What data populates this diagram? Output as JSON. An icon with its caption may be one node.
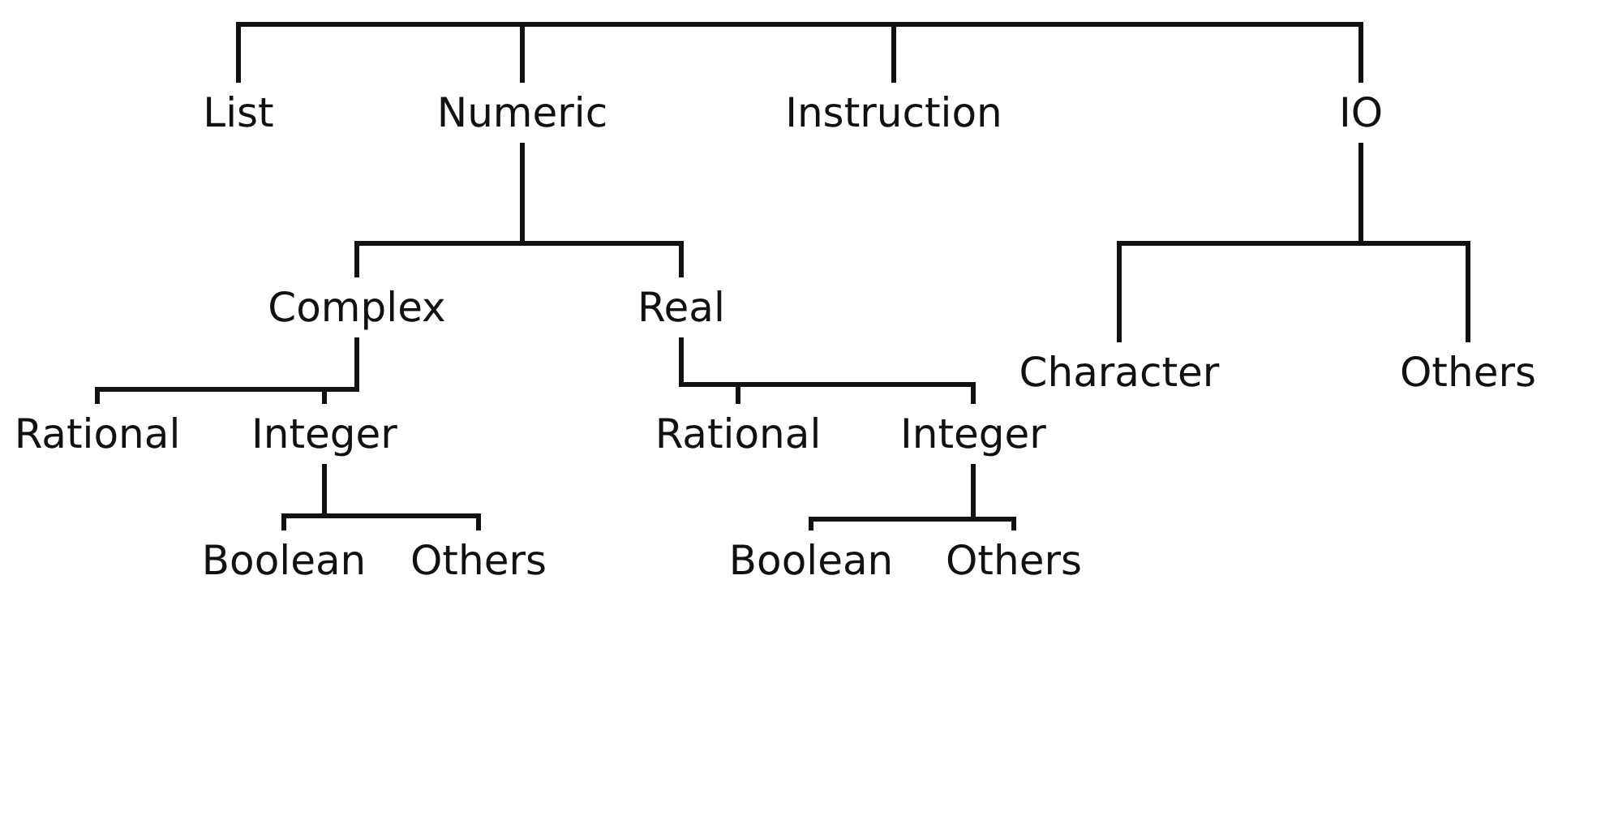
{
  "diagram": {
    "nodes": [
      {
        "text": [
          "List"
        ]
      },
      {
        "text": [
          "Numeric"
        ]
      },
      {
        "text": [
          "Instruction"
        ]
      },
      {
        "text": [
          "IO"
        ]
      },
      {
        "text": [
          "Complex"
        ]
      },
      {
        "text": [
          "Real"
        ]
      },
      {
        "text": [
          "Character"
        ]
      },
      {
        "text": [
          "Others"
        ]
      },
      {
        "text": [
          "Rational"
        ]
      },
      {
        "text": [
          "Integer"
        ]
      },
      {
        "text": [
          "Rational"
        ]
      },
      {
        "text": [
          "Integer"
        ]
      },
      {
        "text": [
          "Boolean"
        ]
      },
      {
        "text": [
          "Others"
        ]
      },
      {
        "text": [
          "Boolean"
        ]
      },
      {
        "text": [
          "Others"
        ]
      }
    ],
    "edges": [
      {
        "from": null,
        "to": 0,
        "arrow": "none"
      },
      {
        "from": null,
        "to": 1,
        "arrow": "none"
      },
      {
        "from": null,
        "to": 2,
        "arrow": "none"
      },
      {
        "from": null,
        "to": 3,
        "arrow": "none"
      },
      {
        "from": 1,
        "to": 4,
        "arrow": "none"
      },
      {
        "from": 1,
        "to": 5,
        "arrow": "none"
      },
      {
        "from": 3,
        "to": 6,
        "arrow": "none"
      },
      {
        "from": 3,
        "to": 7,
        "arrow": "none"
      },
      {
        "from": 4,
        "to": 8,
        "arrow": "none"
      },
      {
        "from": 4,
        "to": 9,
        "arrow": "none"
      },
      {
        "from": 5,
        "to": 10,
        "arrow": "none"
      },
      {
        "from": 5,
        "to": 11,
        "arrow": "none"
      },
      {
        "from": 9,
        "to": 12,
        "arrow": "none"
      },
      {
        "from": 9,
        "to": 13,
        "arrow": "none"
      },
      {
        "from": 11,
        "to": 14,
        "arrow": "none"
      },
      {
        "from": 11,
        "to": 15,
        "arrow": "none"
      }
    ]
  }
}
